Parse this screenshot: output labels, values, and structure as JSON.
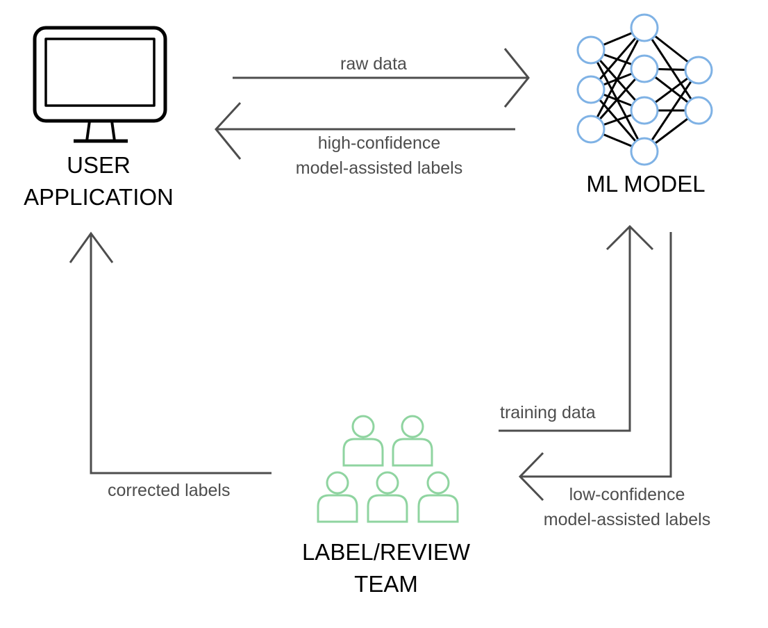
{
  "nodes": {
    "user_application": {
      "line1": "USER",
      "line2": "APPLICATION"
    },
    "ml_model": {
      "label": "ML MODEL"
    },
    "label_review_team": {
      "line1": "LABEL/REVIEW",
      "line2": "TEAM"
    }
  },
  "edges": {
    "raw_data": "raw data",
    "high_confidence": {
      "line1": "high-confidence",
      "line2": "model-assisted labels"
    },
    "training_data": "training data",
    "low_confidence": {
      "line1": "low-confidence",
      "line2": "model-assisted labels"
    },
    "corrected_labels": "corrected labels"
  },
  "colors": {
    "arrow": "#4d4d4d",
    "neuron": "#7fb2e5",
    "people": "#8fd4a0",
    "text": "#000000"
  },
  "icons": {
    "user_application": "monitor-icon",
    "ml_model": "neural-network-icon",
    "label_review_team": "people-group-icon"
  }
}
